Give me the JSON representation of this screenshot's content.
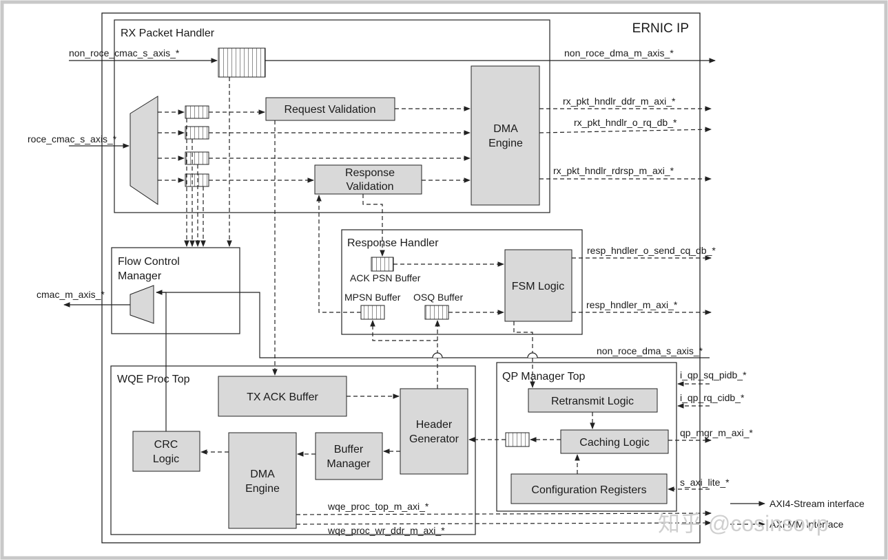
{
  "ip_title": "ERNIC IP",
  "rx": {
    "title": "RX Packet Handler",
    "request_validation": "Request Validation",
    "response_validation": [
      "Response",
      "Validation"
    ],
    "dma_engine": [
      "DMA",
      "Engine"
    ]
  },
  "flow_control": {
    "title": [
      "Flow Control",
      "Manager"
    ]
  },
  "response_handler": {
    "title": "Response Handler",
    "ack_psn_buffer": "ACK PSN Buffer",
    "mpsn_buffer": "MPSN Buffer",
    "osq_buffer": "OSQ Buffer",
    "fsm_logic": "FSM Logic"
  },
  "wqe": {
    "title": "WQE Proc Top",
    "tx_ack_buffer": "TX ACK Buffer",
    "header_generator": [
      "Header",
      "Generator"
    ],
    "buffer_manager": [
      "Buffer",
      "Manager"
    ],
    "dma_engine": [
      "DMA",
      "Engine"
    ],
    "crc_logic": [
      "CRC",
      "Logic"
    ]
  },
  "qp": {
    "title": "QP Manager Top",
    "retransmit_logic": "Retransmit Logic",
    "caching_logic": "Caching Logic",
    "configuration_registers": "Configuration Registers"
  },
  "signals": {
    "non_roce_cmac_s_axis": "non_roce_cmac_s_axis_*",
    "roce_cmac_s_axis": "roce_cmac_s_axis_*",
    "cmac_m_axis": "cmac_m_axis_*",
    "non_roce_dma_m_axis": "non_roce_dma_m_axis_*",
    "rx_pkt_hndlr_ddr_m_axi": "rx_pkt_hndlr_ddr_m_axi_*",
    "rx_pkt_hndlr_o_rq_db": "rx_pkt_hndlr_o_rq_db_*",
    "rx_pkt_hndlr_rdrsp_m_axi": "rx_pkt_hndlr_rdrsp_m_axi_*",
    "resp_hndler_o_send_cq_db": "resp_hndler_o_send_cq_db_*",
    "resp_hndler_m_axi": "resp_hndler_m_axi_*",
    "non_roce_dma_s_axis": "non_roce_dma_s_axis_*",
    "i_qp_sq_pidb": "i_qp_sq_pidb_*",
    "i_qp_rq_cidb": "i_qp_rq_cidb_*",
    "qp_mgr_m_axi": "qp_mgr_m_axi_*",
    "s_axi_lite": "s_axi_lite_*",
    "wqe_proc_top_m_axi": "wqe_proc_top_m_axi_*",
    "wqe_proc_wr_ddr_m_axi": "wqe_proc_wr_ddr_m_axi_*"
  },
  "legend": {
    "stream": "AXI4-Stream interface",
    "mm": "AXI MM interface"
  },
  "watermark": "知乎 @cosinsovp",
  "colors": {
    "block_fill": "#d9d9d9",
    "line": "#222222",
    "frame": "#c8c8c8"
  }
}
